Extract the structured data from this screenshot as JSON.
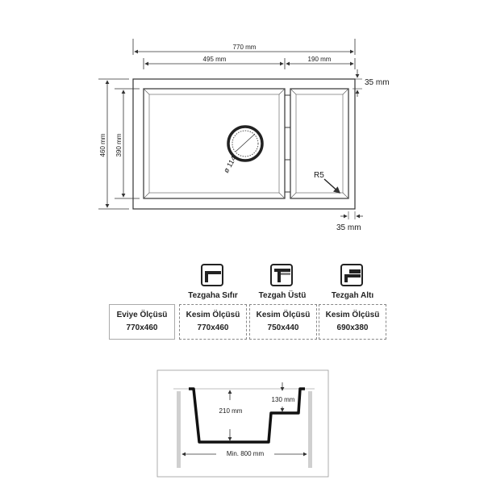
{
  "top_view": {
    "total_width": "770 mm",
    "bowl_width": "495 mm",
    "drainer_width": "190 mm",
    "edge_top": "35 mm",
    "edge_bottom": "35 mm",
    "total_depth": "460 mm",
    "bowl_depth": "390 mm",
    "drain_diameter": "ø 114",
    "corner_radius": "R5"
  },
  "mounting": {
    "options": [
      {
        "label": "Tezgaha Sıfır",
        "icon": "flush-mount-icon"
      },
      {
        "label": "Tezgah Üstü",
        "icon": "top-mount-icon"
      },
      {
        "label": "Tezgah Altı",
        "icon": "under-mount-icon"
      }
    ],
    "sink_size_label": "Eviye Ölçüsü",
    "sink_size_value": "770x460",
    "cut_label": "Kesim Ölçüsü",
    "cut_values": [
      "770x460",
      "750x440",
      "690x380"
    ]
  },
  "cabinet": {
    "bowl_depth": "210 mm",
    "drainer_depth": "130 mm",
    "min_cabinet": "Min. 800 mm"
  }
}
